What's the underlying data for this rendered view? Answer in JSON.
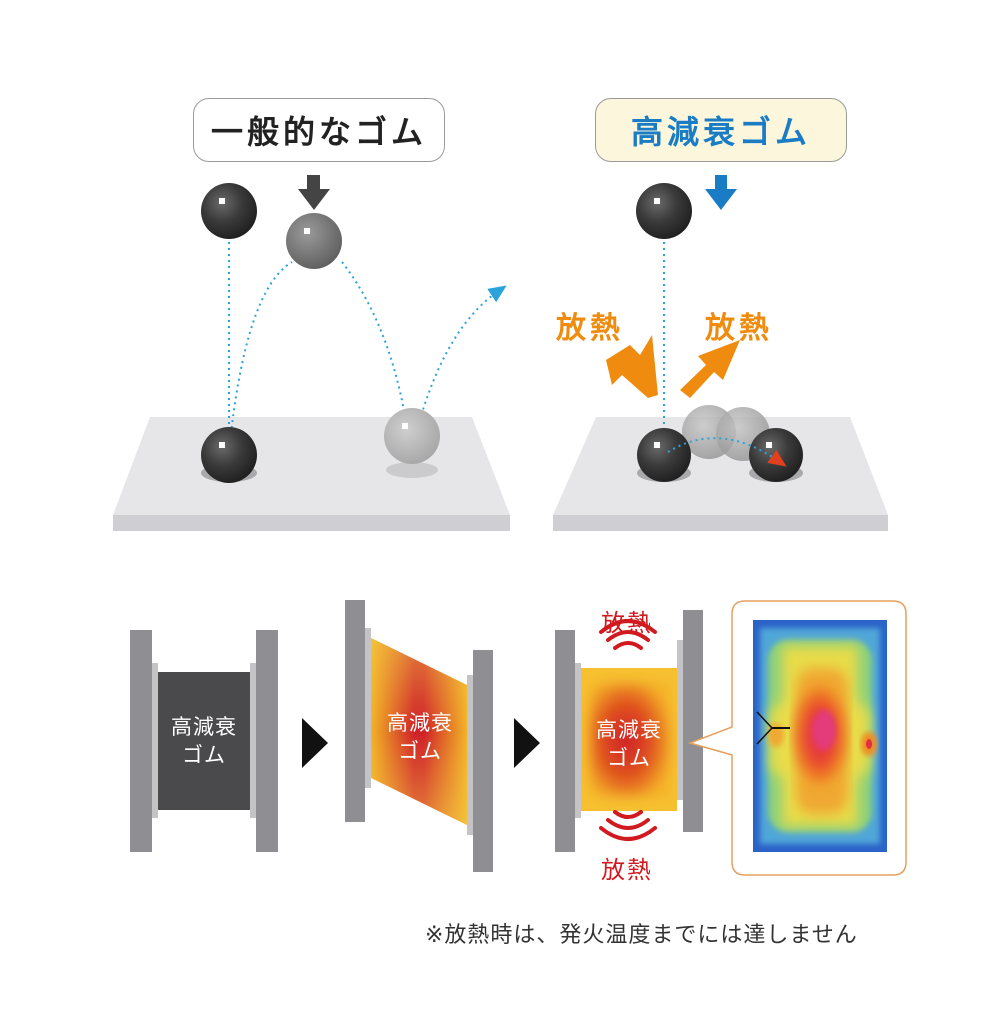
{
  "top": {
    "general_rubber_label": "一般的なゴム",
    "high_damping_rubber_label": "高減衰ゴム",
    "heat_left": "放熱",
    "heat_right": "放熱"
  },
  "bottom": {
    "rubber_block_label": "高減衰\nゴム",
    "heat_top": "放熱",
    "heat_bottom": "放熱"
  },
  "footnote": "※放熱時は、発火温度までには達しません",
  "colors": {
    "accent_blue": "#1a7cc4",
    "heat_orange": "#ef8c0f",
    "heat_red": "#d01a1f",
    "frame_orange": "#e5a060",
    "label_cream": "#fcf7dc"
  },
  "icons": [
    "down-arrow-icon",
    "up-arrow-icon",
    "right-triangle-icon",
    "heat-wave-icon"
  ]
}
